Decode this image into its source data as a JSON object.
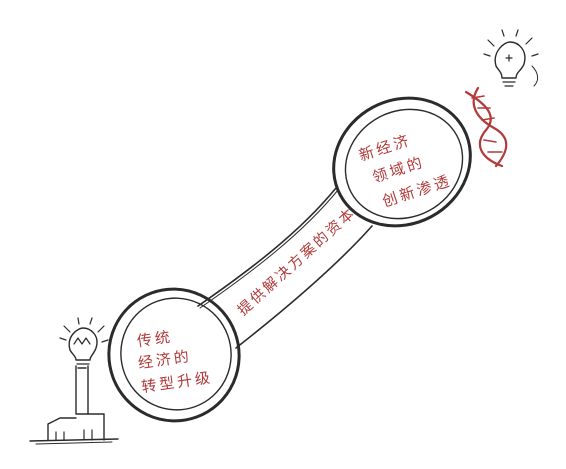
{
  "diagram": {
    "top_circle": {
      "lines": [
        "新经济",
        "领域的",
        "创新渗透"
      ]
    },
    "bottom_circle": {
      "lines": [
        "传统",
        "经济的",
        "转型升级"
      ]
    },
    "connector_label": "提供解决方案的资本"
  },
  "colors": {
    "ink": "#2b2b2b",
    "accent": "#b23a3a",
    "background": "#ffffff"
  },
  "icons": [
    "lightbulb-icon",
    "dna-icon",
    "factory-icon"
  ]
}
